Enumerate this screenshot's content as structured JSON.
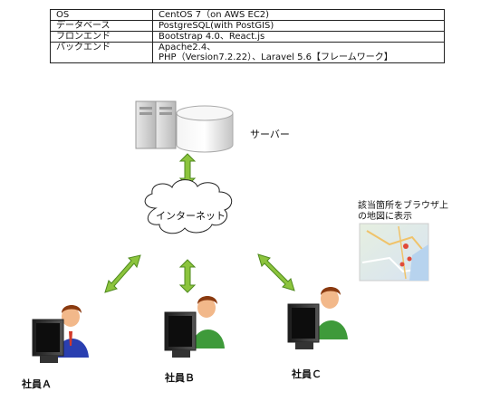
{
  "spec_table": [
    {
      "key": "OS",
      "value": "CentOS 7（on AWS EC2)",
      "value2": ""
    },
    {
      "key": "データベース",
      "value": "PostgreSQL(with PostGIS)",
      "value2": ""
    },
    {
      "key": "フロンエンド",
      "value": "Bootstrap 4.0、React.js",
      "value2": ""
    },
    {
      "key": "バックエンド",
      "value": "Apache2.4、",
      "value2": "PHP（Version7.2.22）、Laravel 5.6【フレームワーク】"
    }
  ],
  "diagram": {
    "server_label": "サーバー",
    "internet_label": "インターネット",
    "map_caption_line1": "該当箇所をブラウザ上",
    "map_caption_line2": "の地図に表示",
    "users": [
      {
        "label": "社員Ａ"
      },
      {
        "label": "社員Ｂ"
      },
      {
        "label": "社員Ｃ"
      }
    ]
  },
  "colors": {
    "arrow": "#8cc43d",
    "arrow_outline": "#4f8a1e",
    "tie_blue": "#2a3fb0",
    "tie_green": "#3e9a3a",
    "skin": "#f2b88a",
    "hair": "#8a3a10"
  }
}
